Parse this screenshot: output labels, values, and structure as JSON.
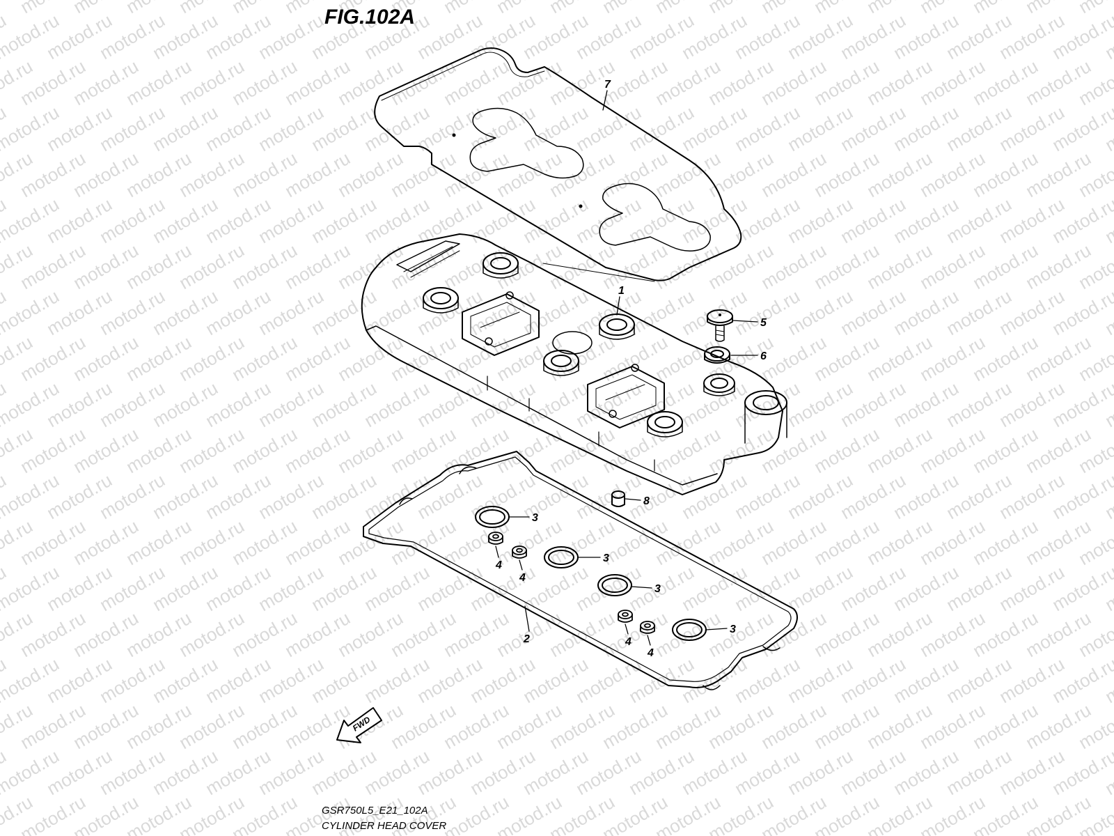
{
  "figure": {
    "title": "FIG.102A",
    "code": "GSR750L5_E21_102A",
    "caption": "CYLINDER HEAD COVER"
  },
  "watermark": {
    "text": "motod.ru"
  },
  "fwd_arrow": {
    "text": "FWD"
  },
  "callouts": [
    "7",
    "1",
    "5",
    "6",
    "8",
    "3",
    "3",
    "3",
    "3",
    "4",
    "4",
    "4",
    "4",
    "2"
  ],
  "colors": {
    "line": "#000000",
    "watermark": "#b9b9b9",
    "background": "#ffffff"
  }
}
